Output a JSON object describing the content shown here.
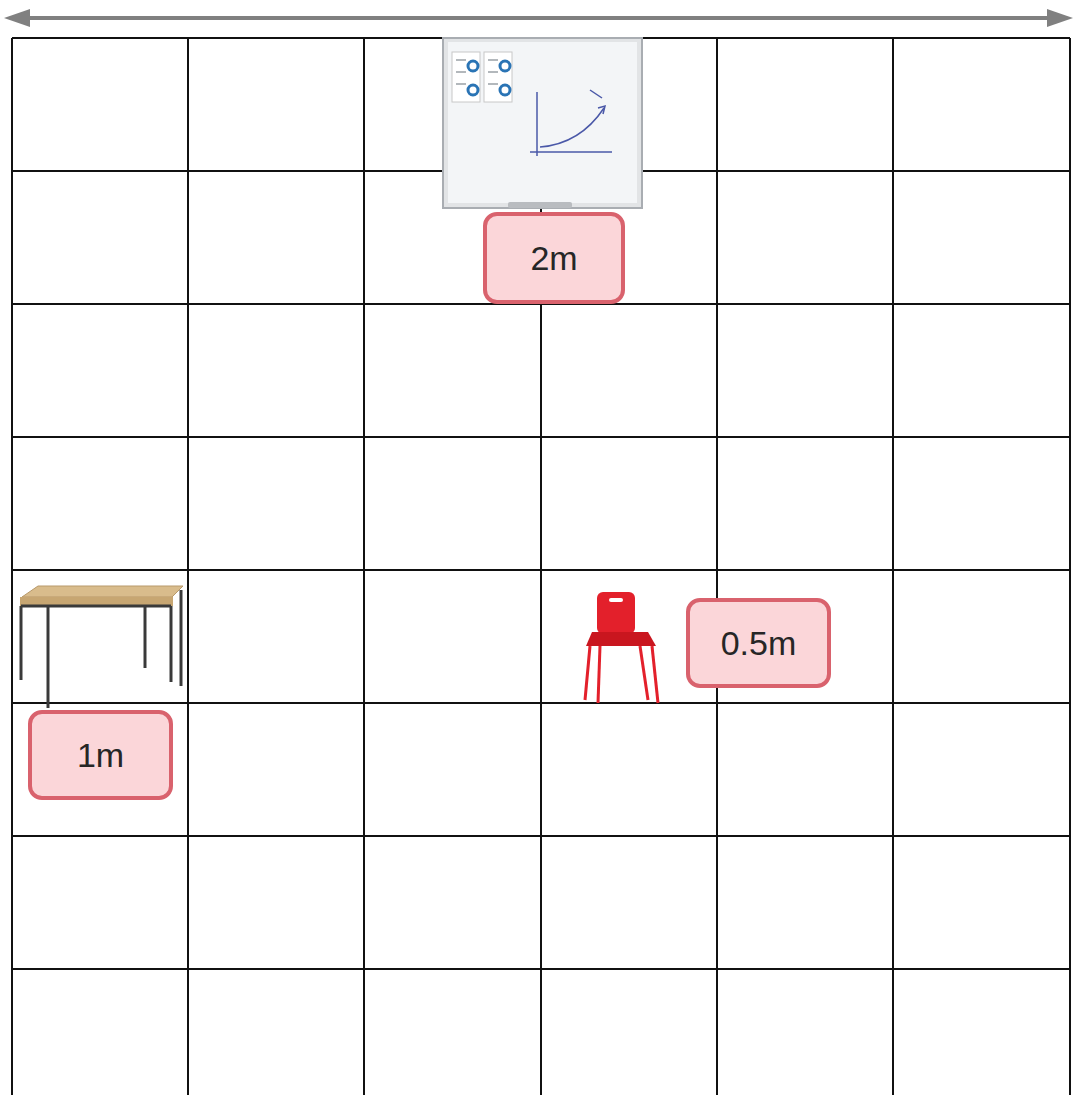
{
  "diagram": {
    "nodes": [
      {
        "text": [
          "2m"
        ]
      },
      {
        "text": [
          "0.5m"
        ]
      },
      {
        "text": [
          "1m"
        ]
      }
    ]
  }
}
